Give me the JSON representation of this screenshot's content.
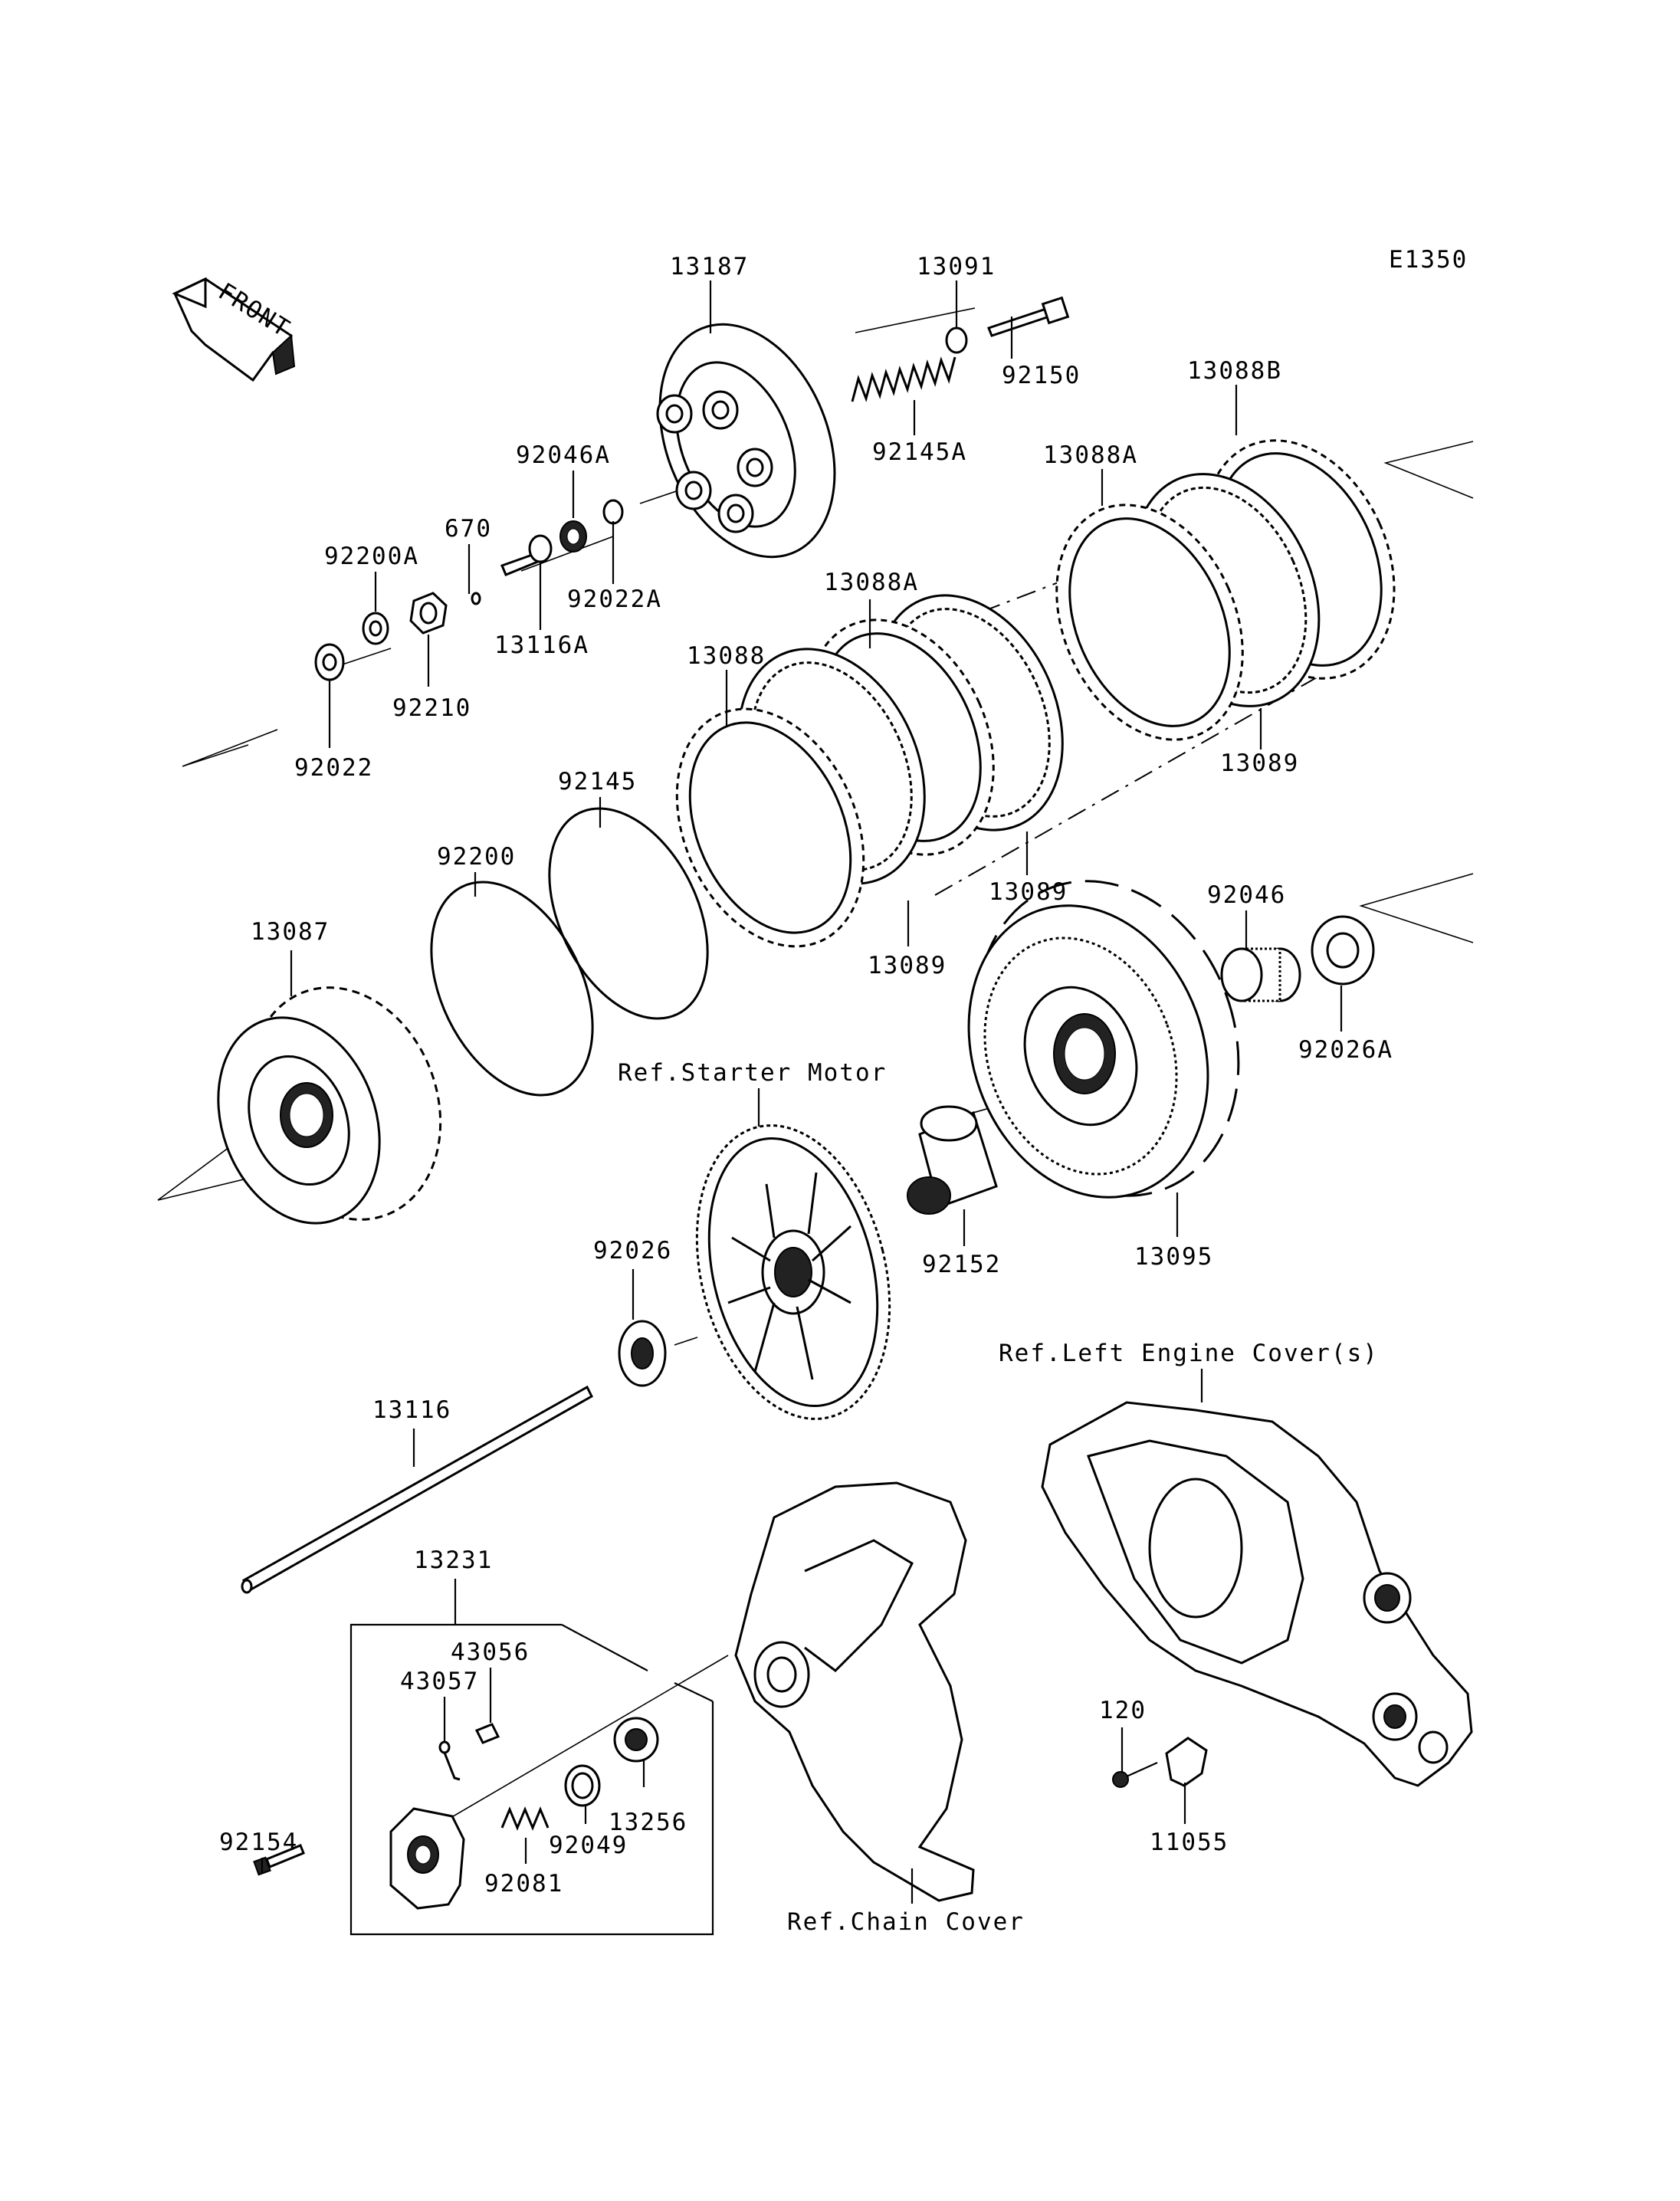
{
  "diagram_code": "E1350",
  "front_label": "FRONT",
  "parts": {
    "p13187": "13187",
    "p13091": "13091",
    "p92150": "92150",
    "p92145A": "92145A",
    "p13088B": "13088B",
    "p13088A_top": "13088A",
    "p92046A": "92046A",
    "p670": "670",
    "p92200A": "92200A",
    "p92022A": "92022A",
    "p13116A": "13116A",
    "p92210": "92210",
    "p92022": "92022",
    "p13088A_mid": "13088A",
    "p13088": "13088",
    "p13089_right": "13089",
    "p92145": "92145",
    "p92200": "92200",
    "p13089_mid": "13089",
    "p13089_low": "13089",
    "p13087": "13087",
    "p92046": "92046",
    "p92026A": "92026A",
    "p92152": "92152",
    "p13095": "13095",
    "p92026": "92026",
    "p13116": "13116",
    "p13231": "13231",
    "p43056": "43056",
    "p43057": "43057",
    "p92154": "92154",
    "p92081": "92081",
    "p92049": "92049",
    "p13256": "13256",
    "p120": "120",
    "p11055": "11055"
  },
  "references": {
    "starter_motor": "Ref.Starter Motor",
    "left_engine_cover": "Ref.Left Engine Cover(s)",
    "chain_cover": "Ref.Chain Cover"
  }
}
